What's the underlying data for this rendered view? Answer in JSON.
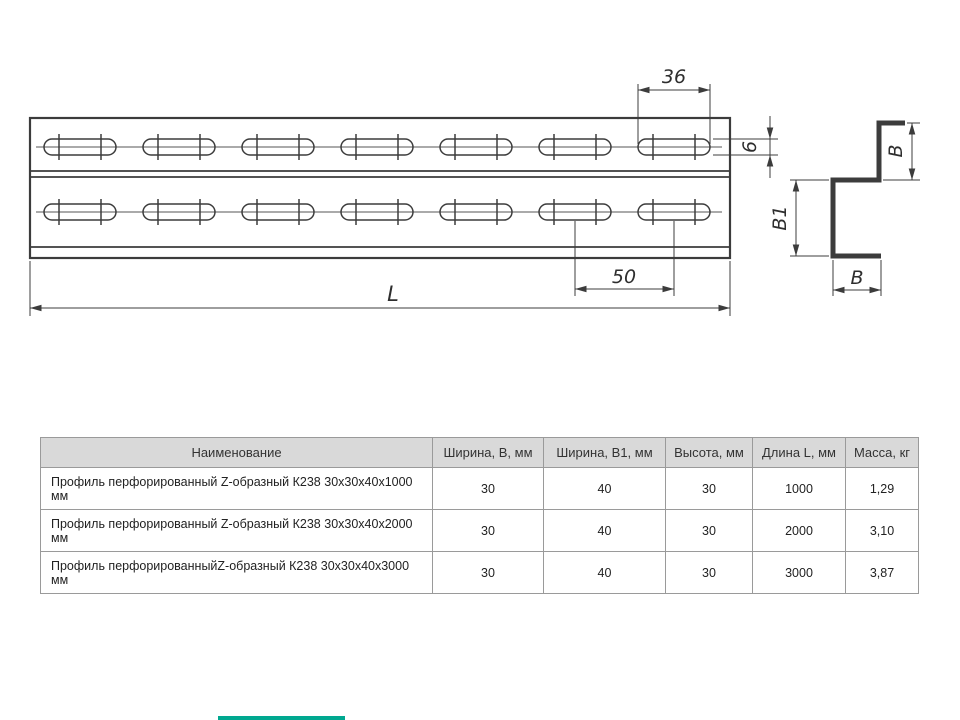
{
  "drawing": {
    "slot_length": "36",
    "slot_height": "6",
    "slot_step": "50",
    "length_label": "L",
    "width_b_top": "В",
    "width_b1": "В1",
    "width_b_bottom": "В"
  },
  "table": {
    "headers": [
      "Наименование",
      "Ширина, В, мм",
      "Ширина, В1, мм",
      "Высота, мм",
      "Длина L, мм",
      "Масса, кг"
    ],
    "rows": [
      [
        "Профиль перфорированный Z-образный К238 30х30х40х1000 мм",
        "30",
        "40",
        "30",
        "1000",
        "1,29"
      ],
      [
        "Профиль перфорированный Z-образный К238 30х30х40х2000 мм",
        "30",
        "40",
        "30",
        "2000",
        "3,10"
      ],
      [
        "Профиль перфорированныйZ-образный К238 30х30х40х3000 мм",
        "30",
        "40",
        "30",
        "3000",
        "3,87"
      ]
    ]
  },
  "footer": {
    "accent_color": "#00a890"
  }
}
